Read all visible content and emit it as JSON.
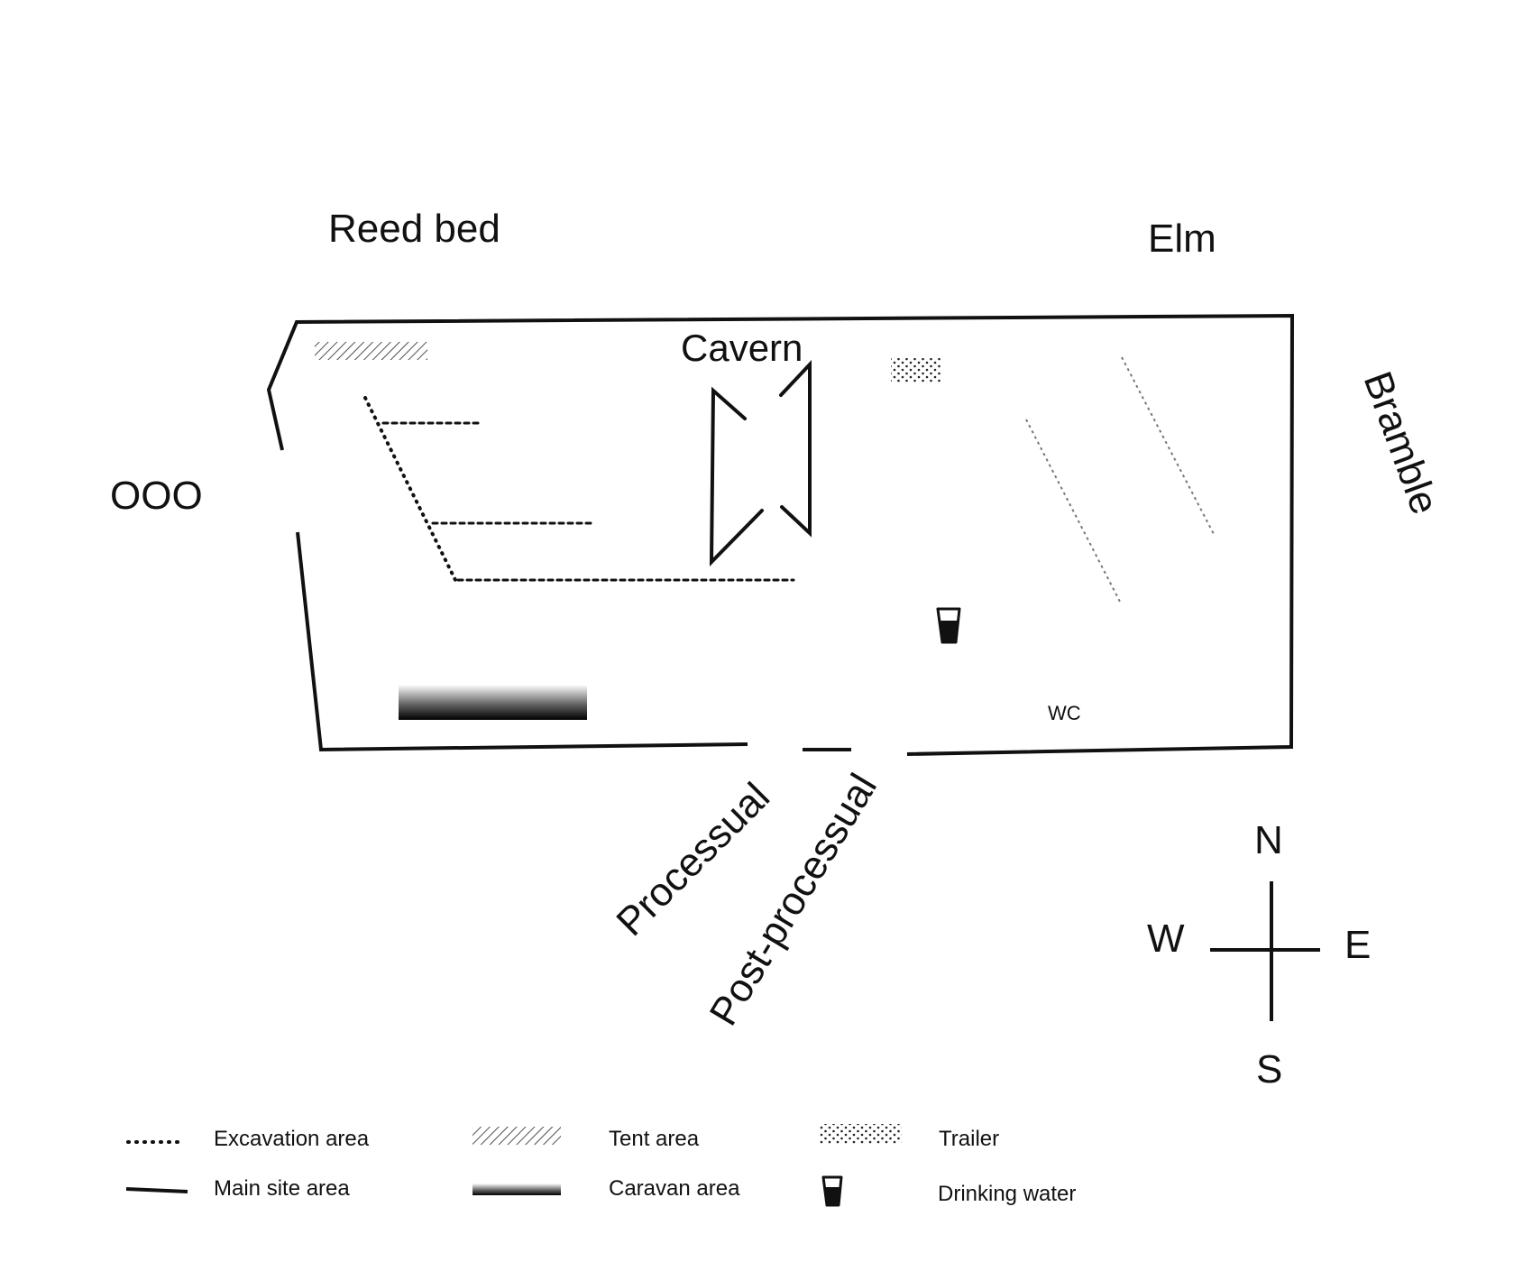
{
  "labels": {
    "reed_bed": "Reed bed",
    "elm": "Elm",
    "cavern": "Cavern",
    "ooo": "OOO",
    "bramble": "Bramble",
    "wc": "WC",
    "processual": "Processual",
    "post_processual": "Post-processual"
  },
  "compass": {
    "n": "N",
    "e": "E",
    "s": "S",
    "w": "W"
  },
  "legend": {
    "excavation": "Excavation area",
    "main_site": "Main site area",
    "tent": "Tent area",
    "caravan": "Caravan area",
    "trailer": "Trailer",
    "water": "Drinking water"
  },
  "icons": {
    "water": "drinking-water-cup-icon"
  },
  "colors": {
    "ink": "#111111",
    "background": "#ffffff",
    "light_dots": "#777777"
  }
}
